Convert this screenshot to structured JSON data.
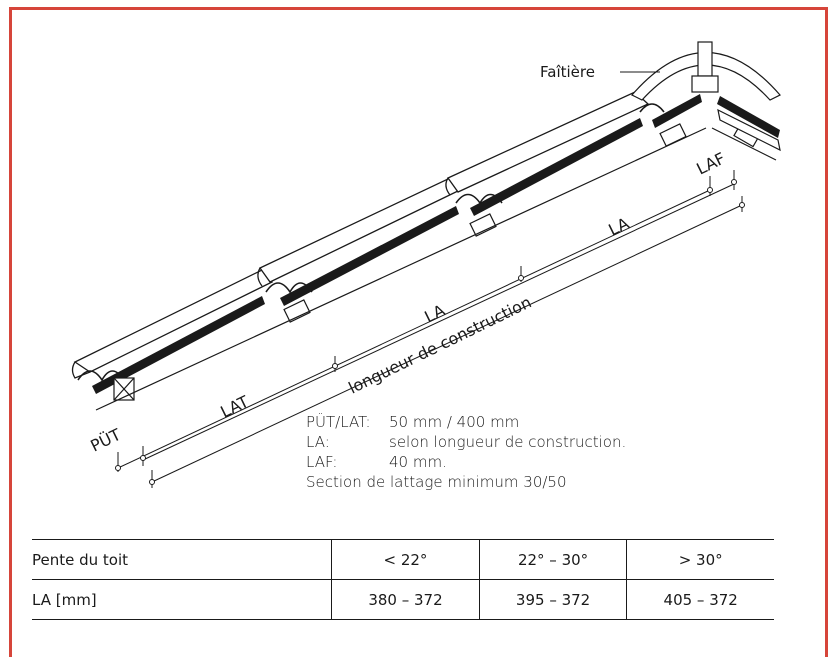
{
  "diagram": {
    "labels": {
      "ridge": "Faîtière",
      "laf": "LAF",
      "la_upper": "LA",
      "la_middle": "LA",
      "construction_length": "longueur de construction",
      "lat": "LAT",
      "put": "PÜT"
    }
  },
  "legend": [
    {
      "key": "PÜT/LAT:",
      "value": "50 mm / 400 mm"
    },
    {
      "key": "LA:",
      "value": "selon longueur de construction."
    },
    {
      "key": "LAF:",
      "value": "40 mm."
    }
  ],
  "legend_note": "Section de lattage minimum 30/50",
  "table": {
    "header": {
      "label": "Pente du toit",
      "values": [
        "< 22°",
        "22° – 30°",
        "> 30°"
      ]
    },
    "row": {
      "label": "LA [mm]",
      "values": [
        "380 – 372",
        "395 – 372",
        "405 – 372"
      ]
    }
  },
  "colors": {
    "frame": "#d6453a",
    "ink": "#1a1a1a"
  }
}
